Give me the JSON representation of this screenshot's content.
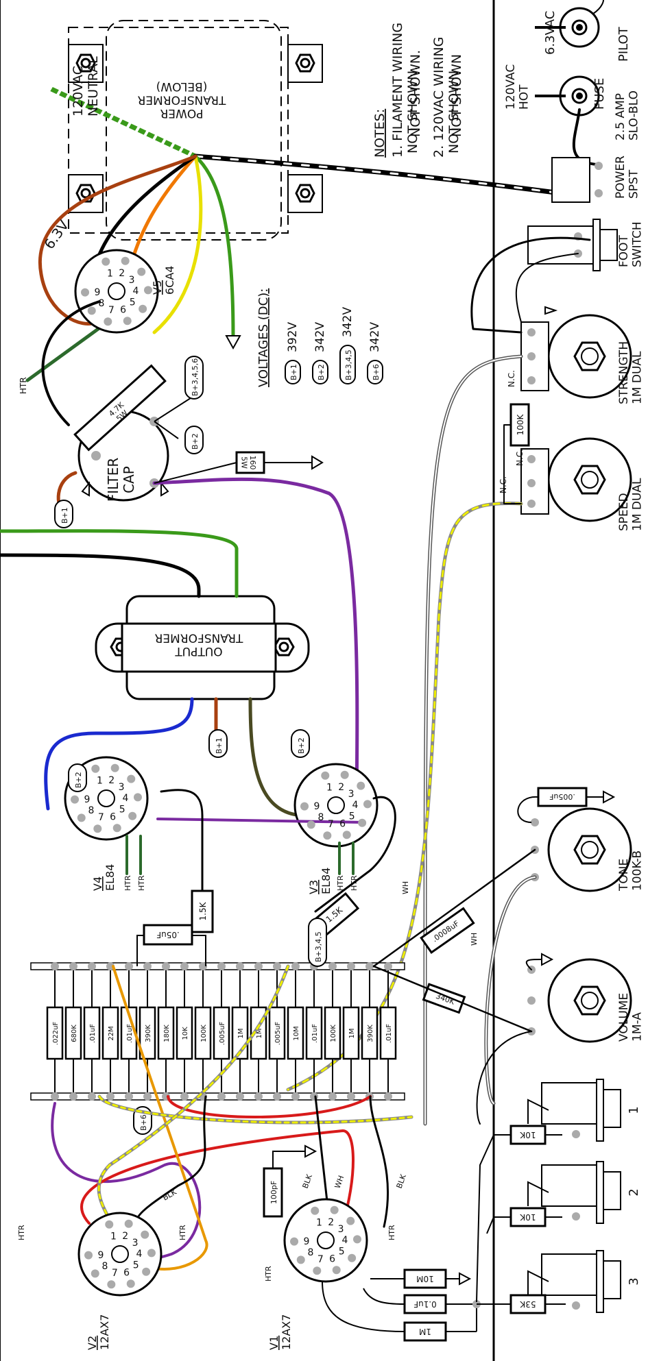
{
  "mains": {
    "neutral_label": "120VAC\nNEUTRAL",
    "hot_label": "120VAC\nHOT",
    "filament_label": "6.3VAC",
    "pilot_label": "PILOT",
    "fuse_label": "FUSE",
    "fuse_rating": "2.5 AMP\nSLO-BLO",
    "switch_label": "POWER\nSPST"
  },
  "power_transformer": {
    "label": "POWER\nTRANSFORMER\n(BELOW)",
    "heater_label": "6.3V"
  },
  "notes": {
    "heading": "NOTES:",
    "items": [
      "1.  FILAMENT WIRING\n     NOT SHOWN.",
      "2.  120VAC WIRING\n     NOT SHOWN"
    ]
  },
  "voltages": {
    "heading": "VOLTAGES (DC):",
    "rows": [
      {
        "node": "B+1",
        "value": "392V"
      },
      {
        "node": "B+2",
        "value": "342V"
      },
      {
        "node": "B+3,4,5",
        "value": "342V"
      },
      {
        "node": "B+6",
        "value": "342V"
      }
    ]
  },
  "tubes": {
    "v5": {
      "name": "V5",
      "type": "6CA4"
    },
    "v4": {
      "name": "V4",
      "type": "EL84"
    },
    "v3": {
      "name": "V3",
      "type": "EL84"
    },
    "v2": {
      "name": "V2",
      "type": "12AX7"
    },
    "v1": {
      "name": "V1",
      "type": "12AX7"
    }
  },
  "filter_cap": {
    "label": "FILTER\nCAP",
    "resistor": "4.7K\n5W",
    "nodes": [
      "B+3,4,5,6",
      "B+2",
      "B+1"
    ],
    "bleeder": "160\n5W"
  },
  "output_transformer": {
    "label": "OUTPUT\nTRANSFORMER"
  },
  "controls": {
    "foot_switch": "FOOT\nSWITCH",
    "strength": "STRENGTH\n1M DUAL",
    "speed": "SPEED\n1M DUAL",
    "tone": "TONE\n100K-B",
    "volume": "VOLUME\n1M-A",
    "nc": "N.C.",
    "speed_resistor": "100K",
    "tone_cap": ".005uF"
  },
  "board": {
    "upper_components": [
      ".022uF",
      "680K",
      ".01uF",
      "22M",
      ".01uF",
      "390K",
      "180K",
      "10K",
      "100K",
      ".005uF",
      "1M",
      "1M",
      ".005uF",
      "10M",
      ".01uF",
      "100K",
      "1M",
      "390K",
      ".01uF"
    ],
    "cap_05": ".05uF",
    "res_15k": "1.5K",
    "res_15k_b": "1.5K",
    "b345": "B+3,4,5",
    "b6": "B+6",
    "cap_0008": ".0008uF",
    "res_340k": "340K",
    "wh": "WH",
    "blk": "BLK",
    "b_plus_1": "B+1",
    "b_plus_2": "B+2"
  },
  "inputs": {
    "jacks": [
      "1",
      "2",
      "3"
    ],
    "res_10k_a": "10K",
    "res_10k_b": "10K",
    "res_53k": "53K",
    "res_10m": "10M",
    "cap_01": "0.1uF",
    "res_1m": "1M",
    "cap_100pf": "100pF"
  },
  "pins": {
    "noval": [
      "1",
      "2",
      "3",
      "4",
      "5",
      "6",
      "7",
      "8",
      "9"
    ],
    "htr": "HTR"
  }
}
